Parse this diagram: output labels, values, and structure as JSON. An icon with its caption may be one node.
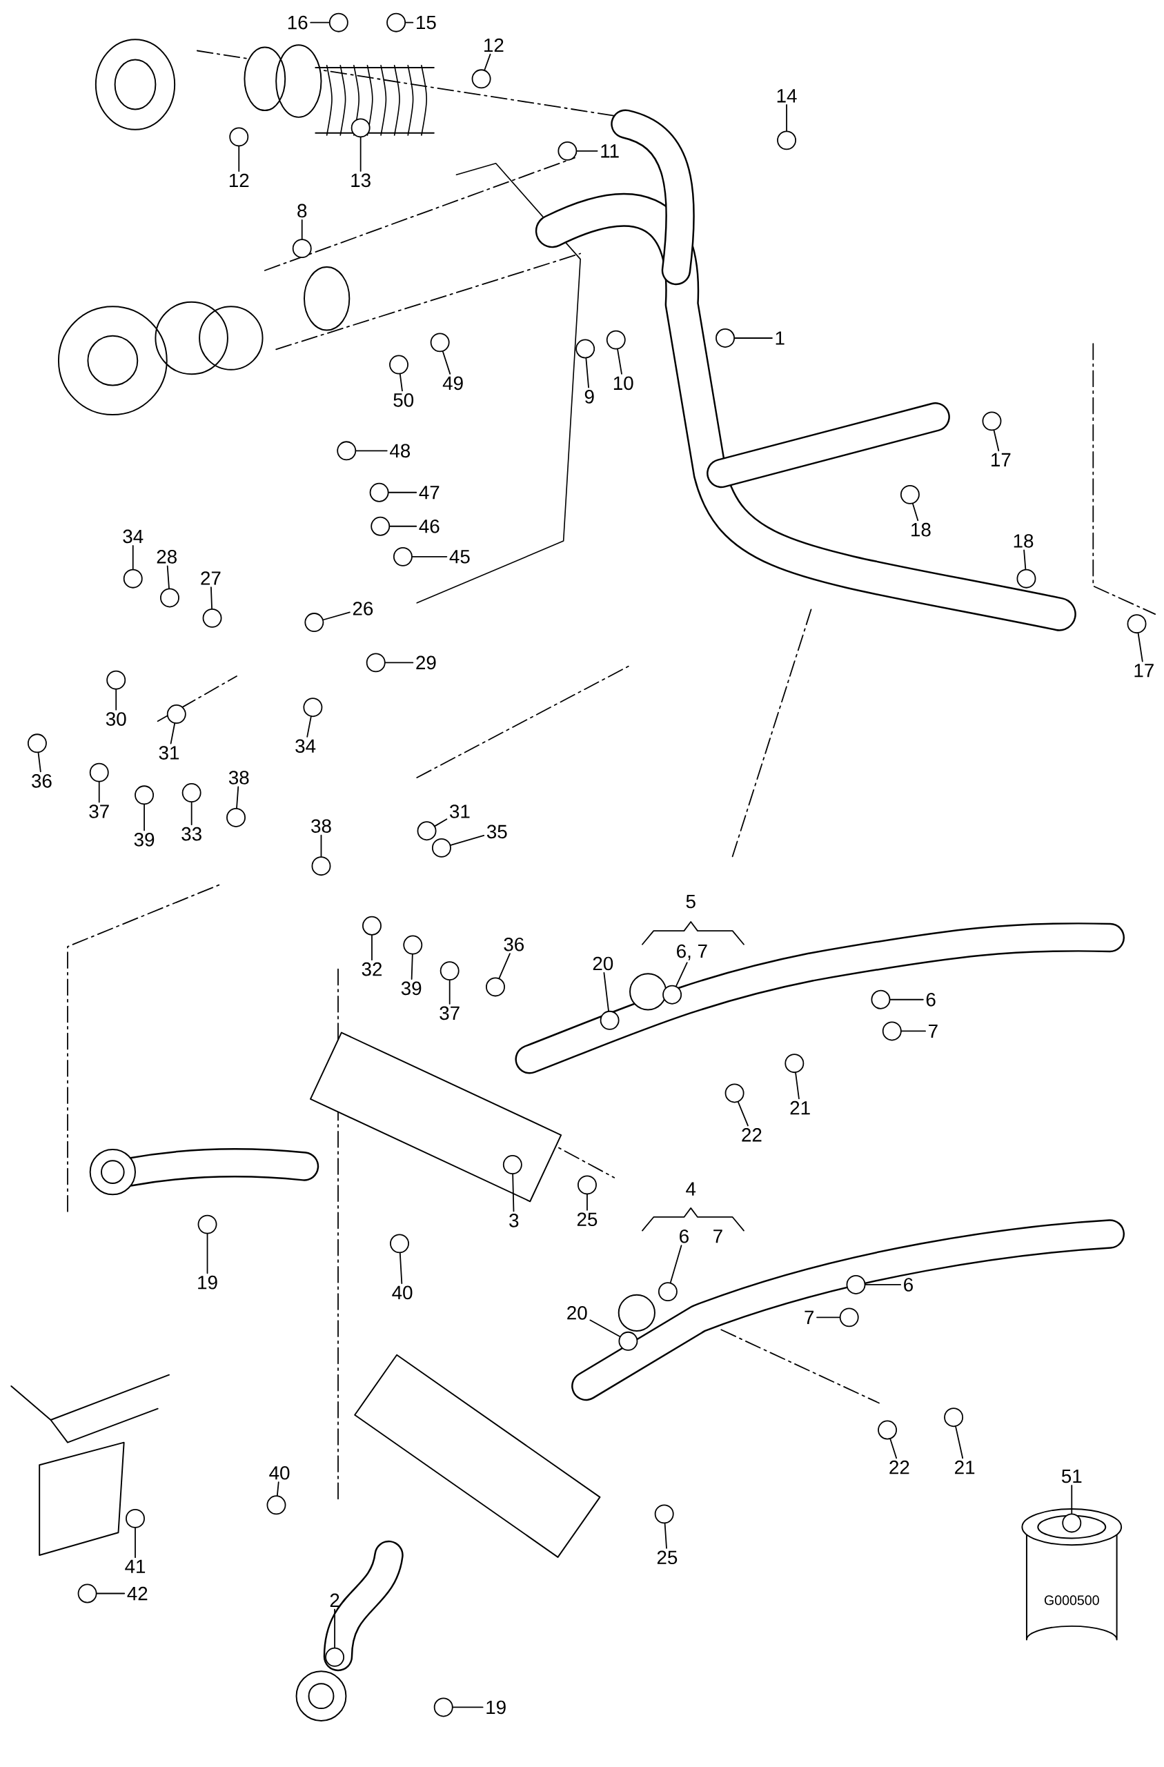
{
  "diagram": {
    "nodes": [
      {
        "text": [
          "16"
        ]
      },
      {
        "text": [
          "15"
        ]
      },
      {
        "text": [
          "12"
        ]
      },
      {
        "text": [
          "12"
        ]
      },
      {
        "text": [
          "13"
        ]
      },
      {
        "text": [
          "14"
        ]
      },
      {
        "text": [
          "11"
        ]
      },
      {
        "text": [
          "8"
        ]
      },
      {
        "text": [
          "1"
        ]
      },
      {
        "text": [
          "9"
        ]
      },
      {
        "text": [
          "10"
        ]
      },
      {
        "text": [
          "50"
        ]
      },
      {
        "text": [
          "49"
        ]
      },
      {
        "text": [
          "48"
        ]
      },
      {
        "text": [
          "47"
        ]
      },
      {
        "text": [
          "46"
        ]
      },
      {
        "text": [
          "45"
        ]
      },
      {
        "text": [
          "17"
        ]
      },
      {
        "text": [
          "18"
        ]
      },
      {
        "text": [
          "18"
        ]
      },
      {
        "text": [
          "17"
        ]
      },
      {
        "text": [
          "34"
        ]
      },
      {
        "text": [
          "28"
        ]
      },
      {
        "text": [
          "27"
        ]
      },
      {
        "text": [
          "26"
        ]
      },
      {
        "text": [
          "29"
        ]
      },
      {
        "text": [
          "30"
        ]
      },
      {
        "text": [
          "31"
        ]
      },
      {
        "text": [
          "36"
        ]
      },
      {
        "text": [
          "37"
        ]
      },
      {
        "text": [
          "39"
        ]
      },
      {
        "text": [
          "33"
        ]
      },
      {
        "text": [
          "38"
        ]
      },
      {
        "text": [
          "34"
        ]
      },
      {
        "text": [
          "38"
        ]
      },
      {
        "text": [
          "31"
        ]
      },
      {
        "text": [
          "35"
        ]
      },
      {
        "text": [
          "32"
        ]
      },
      {
        "text": [
          "39"
        ]
      },
      {
        "text": [
          "37"
        ]
      },
      {
        "text": [
          "36"
        ]
      },
      {
        "text": [
          "5"
        ]
      },
      {
        "text": [
          "6, 7"
        ]
      },
      {
        "text": [
          "20"
        ]
      },
      {
        "text": [
          "6"
        ]
      },
      {
        "text": [
          "7"
        ]
      },
      {
        "text": [
          "22"
        ]
      },
      {
        "text": [
          "21"
        ]
      },
      {
        "text": [
          "25"
        ]
      },
      {
        "text": [
          "3"
        ]
      },
      {
        "text": [
          "19"
        ]
      },
      {
        "text": [
          "40"
        ]
      },
      {
        "text": [
          "4"
        ]
      },
      {
        "text": [
          "6"
        ]
      },
      {
        "text": [
          "7"
        ]
      },
      {
        "text": [
          "20"
        ]
      },
      {
        "text": [
          "6"
        ]
      },
      {
        "text": [
          "7"
        ]
      },
      {
        "text": [
          "22"
        ]
      },
      {
        "text": [
          "21"
        ]
      },
      {
        "text": [
          "51"
        ]
      },
      {
        "text": [
          "40"
        ]
      },
      {
        "text": [
          "25"
        ]
      },
      {
        "text": [
          "41"
        ]
      },
      {
        "text": [
          "42"
        ]
      },
      {
        "text": [
          "2"
        ]
      },
      {
        "text": [
          "19"
        ]
      },
      {
        "text": [],
        "shape": "circle"
      },
      {
        "text": [],
        "shape": "circle"
      },
      {
        "text": [],
        "shape": "circle"
      },
      {
        "text": [],
        "shape": "circle"
      },
      {
        "text": [],
        "shape": "circle"
      },
      {
        "text": [],
        "shape": "circle"
      },
      {
        "text": [],
        "shape": "circle"
      },
      {
        "text": [],
        "shape": "circle"
      },
      {
        "text": [],
        "shape": "circle"
      },
      {
        "text": [],
        "shape": "circle"
      },
      {
        "text": [],
        "shape": "circle"
      },
      {
        "text": [],
        "shape": "circle"
      },
      {
        "text": [],
        "shape": "circle"
      },
      {
        "text": [],
        "shape": "circle"
      },
      {
        "text": [],
        "shape": "circle"
      },
      {
        "text": [],
        "shape": "circle"
      },
      {
        "text": [],
        "shape": "circle"
      },
      {
        "text": [],
        "shape": "circle"
      },
      {
        "text": [],
        "shape": "circle"
      },
      {
        "text": [],
        "shape": "circle"
      },
      {
        "text": [],
        "shape": "circle"
      },
      {
        "text": [],
        "shape": "circle"
      },
      {
        "text": [],
        "shape": "circle"
      },
      {
        "text": [],
        "shape": "circle"
      },
      {
        "text": [],
        "shape": "circle"
      },
      {
        "text": [],
        "shape": "circle"
      },
      {
        "text": [],
        "shape": "circle"
      },
      {
        "text": [],
        "shape": "circle"
      },
      {
        "text": [],
        "shape": "circle"
      },
      {
        "text": [],
        "shape": "circle"
      },
      {
        "text": [],
        "shape": "circle"
      },
      {
        "text": [],
        "shape": "circle"
      },
      {
        "text": [],
        "shape": "circle"
      },
      {
        "text": [],
        "shape": "circle"
      },
      {
        "text": [],
        "shape": "circle"
      },
      {
        "text": [],
        "shape": "circle"
      },
      {
        "text": [],
        "shape": "circle"
      },
      {
        "text": [],
        "shape": "circle"
      },
      {
        "text": [],
        "shape": "circle"
      },
      {
        "text": [],
        "shape": "circle"
      },
      {
        "text": [],
        "shape": "circle"
      },
      {
        "text": [],
        "shape": "circle"
      },
      {
        "text": [],
        "shape": "circle"
      },
      {
        "text": [],
        "shape": "circle"
      },
      {
        "text": [],
        "shape": "circle"
      },
      {
        "text": [],
        "shape": "circle"
      },
      {
        "text": [],
        "shape": "circle"
      },
      {
        "text": [],
        "shape": "circle"
      },
      {
        "text": [],
        "shape": "circle"
      },
      {
        "text": [],
        "shape": "circle"
      },
      {
        "text": [],
        "shape": "circle"
      },
      {
        "text": [],
        "shape": "circle"
      },
      {
        "text": [],
        "shape": "circle"
      },
      {
        "text": [],
        "shape": "circle"
      },
      {
        "text": [],
        "shape": "circle"
      },
      {
        "text": [],
        "shape": "circle"
      },
      {
        "text": [],
        "shape": "circle"
      },
      {
        "text": [],
        "shape": "circle"
      },
      {
        "text": [],
        "shape": "circle"
      },
      {
        "text": [],
        "shape": "circle"
      },
      {
        "text": [],
        "shape": "circle"
      },
      {
        "text": [],
        "shape": "circle"
      },
      {
        "text": [],
        "shape": "circle"
      },
      {
        "text": [],
        "shape": "circle"
      }
    ],
    "edges": [
      {
        "from": 0,
        "to": 67,
        "arrow": "none"
      },
      {
        "from": 1,
        "to": 68,
        "arrow": "none"
      },
      {
        "from": 2,
        "to": 69,
        "arrow": "none"
      },
      {
        "from": 3,
        "to": 70,
        "arrow": "none"
      },
      {
        "from": 4,
        "to": 71,
        "arrow": "none"
      },
      {
        "from": 5,
        "to": 72,
        "arrow": "none"
      },
      {
        "from": 6,
        "to": 73,
        "arrow": "none"
      },
      {
        "from": 7,
        "to": 74,
        "arrow": "none"
      },
      {
        "from": 8,
        "to": 75,
        "arrow": "none"
      },
      {
        "from": 9,
        "to": 76,
        "arrow": "none"
      },
      {
        "from": 10,
        "to": 77,
        "arrow": "none"
      },
      {
        "from": 11,
        "to": 78,
        "arrow": "none"
      },
      {
        "from": 12,
        "to": 79,
        "arrow": "none"
      },
      {
        "from": 13,
        "to": 80,
        "arrow": "none"
      },
      {
        "from": 14,
        "to": 81,
        "arrow": "none"
      },
      {
        "from": 15,
        "to": 82,
        "arrow": "none"
      },
      {
        "from": 16,
        "to": 83,
        "arrow": "none"
      },
      {
        "from": 17,
        "to": 84,
        "arrow": "none"
      },
      {
        "from": 18,
        "to": 85,
        "arrow": "none"
      },
      {
        "from": 19,
        "to": 86,
        "arrow": "none"
      },
      {
        "from": 20,
        "to": 87,
        "arrow": "none"
      },
      {
        "from": 21,
        "to": 88,
        "arrow": "none"
      },
      {
        "from": 22,
        "to": 89,
        "arrow": "none"
      },
      {
        "from": 23,
        "to": 90,
        "arrow": "none"
      },
      {
        "from": 24,
        "to": 91,
        "arrow": "none"
      },
      {
        "from": 25,
        "to": 92,
        "arrow": "none"
      },
      {
        "from": 26,
        "to": 93,
        "arrow": "none"
      },
      {
        "from": 27,
        "to": 94,
        "arrow": "none"
      },
      {
        "from": 28,
        "to": 95,
        "arrow": "none"
      },
      {
        "from": 29,
        "to": 96,
        "arrow": "none"
      },
      {
        "from": 30,
        "to": 97,
        "arrow": "none"
      },
      {
        "from": 31,
        "to": 98,
        "arrow": "none"
      },
      {
        "from": 32,
        "to": 99,
        "arrow": "none"
      },
      {
        "from": 33,
        "to": 100,
        "arrow": "none"
      },
      {
        "from": 34,
        "to": 101,
        "arrow": "none"
      },
      {
        "from": 35,
        "to": 102,
        "arrow": "none"
      },
      {
        "from": 36,
        "to": 103,
        "arrow": "none"
      },
      {
        "from": 37,
        "to": 104,
        "arrow": "none"
      },
      {
        "from": 38,
        "to": 105,
        "arrow": "none"
      },
      {
        "from": 39,
        "to": 106,
        "arrow": "none"
      },
      {
        "from": 40,
        "to": 107,
        "arrow": "none"
      },
      {
        "from": 42,
        "to": 108,
        "arrow": "none"
      },
      {
        "from": 43,
        "to": 109,
        "arrow": "none"
      },
      {
        "from": 44,
        "to": 110,
        "arrow": "none"
      },
      {
        "from": 45,
        "to": 111,
        "arrow": "none"
      },
      {
        "from": 46,
        "to": 112,
        "arrow": "none"
      },
      {
        "from": 47,
        "to": 113,
        "arrow": "none"
      },
      {
        "from": 48,
        "to": 114,
        "arrow": "none"
      },
      {
        "from": 49,
        "to": 115,
        "arrow": "none"
      },
      {
        "from": 50,
        "to": 116,
        "arrow": "none"
      },
      {
        "from": 51,
        "to": 117,
        "arrow": "none"
      },
      {
        "from": 53,
        "to": 118,
        "arrow": "none"
      },
      {
        "from": 55,
        "to": 119,
        "arrow": "none"
      },
      {
        "from": 56,
        "to": 120,
        "arrow": "none"
      },
      {
        "from": 57,
        "to": 121,
        "arrow": "none"
      },
      {
        "from": 58,
        "to": 122,
        "arrow": "none"
      },
      {
        "from": 59,
        "to": 123,
        "arrow": "none"
      },
      {
        "from": 60,
        "to": 124,
        "arrow": "none"
      },
      {
        "from": 61,
        "to": 125,
        "arrow": "none"
      },
      {
        "from": 62,
        "to": 126,
        "arrow": "none"
      },
      {
        "from": 63,
        "to": 127,
        "arrow": "none"
      },
      {
        "from": 64,
        "to": 128,
        "arrow": "none"
      },
      {
        "from": 65,
        "to": 129,
        "arrow": "none"
      },
      {
        "from": 66,
        "to": 130,
        "arrow": "none"
      }
    ],
    "labels": [
      "G000500"
    ]
  }
}
